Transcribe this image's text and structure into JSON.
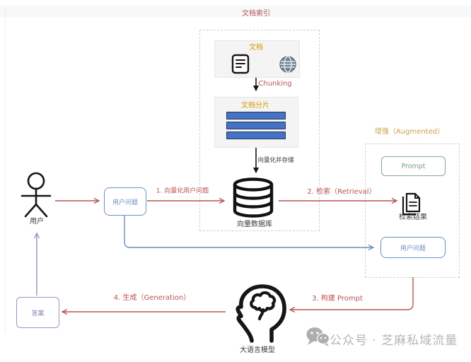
{
  "indexing": {
    "title": "文档索引",
    "documents": {
      "label": "文档",
      "icons": [
        "document-icon",
        "globe-icon"
      ]
    },
    "chunking_arrow_label": "Chunking",
    "chunks": {
      "label": "文档分片",
      "bar_count": 3
    },
    "vectorize_arrow_label": "向量化并存储",
    "vector_db_label": "向量数据库"
  },
  "actors": {
    "user_label": "用户",
    "llm_label": "大语言模型"
  },
  "boxes": {
    "user_question": "用户问题",
    "prompt": "Prompt",
    "retrieval_result": "检索结果",
    "user_question_aug": "用户问题",
    "answer": "答案"
  },
  "augmented": {
    "title": "增强（Augmented）"
  },
  "flow": {
    "step1": "1. 向量化用户问题",
    "step2": "2. 检索（Retrieval）",
    "step3": "3. 构建 Prompt",
    "step4": "4. 生成（Generation）"
  },
  "watermark": {
    "source": "公众号 · 芝麻私域流量"
  },
  "colors": {
    "arrow_red": "#b85450",
    "node_blue": "#6c8ebf",
    "label_orange": "#d79b00",
    "title_gold": "#c7a44a",
    "node_green": "#84a98f",
    "node_purple": "#9a97c2",
    "chunk_bar_blue": "#4472c4",
    "icon_black": "#161616",
    "watermark_gray": "#b5b5b5"
  }
}
